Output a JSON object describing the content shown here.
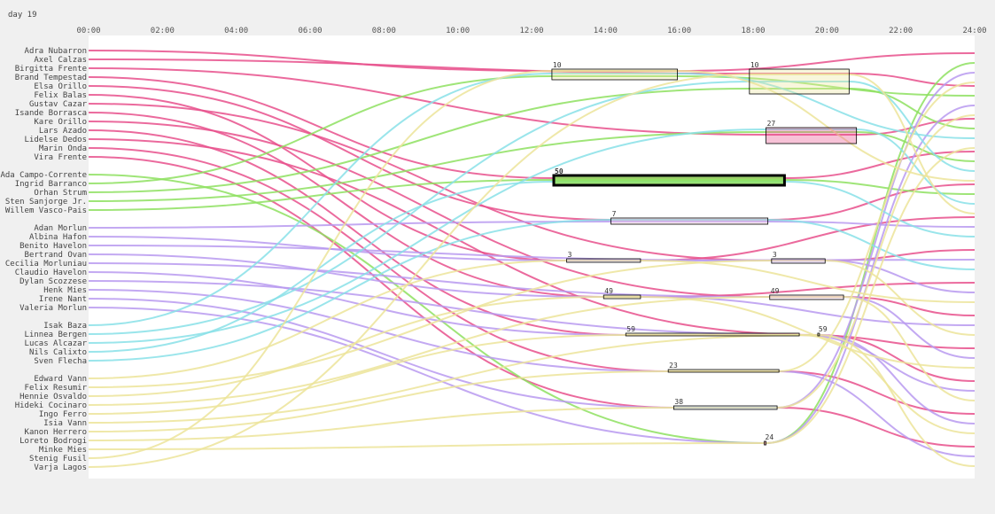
{
  "day_label": "day 19",
  "chart_data": {
    "type": "storyline",
    "x_ticks": [
      "00:00",
      "02:00",
      "04:00",
      "06:00",
      "08:00",
      "10:00",
      "12:00",
      "14:00",
      "16:00",
      "18:00",
      "20:00",
      "22:00",
      "24:00"
    ],
    "x_range_hours": [
      0,
      24
    ],
    "colors": {
      "pink": "#e8508c",
      "green": "#8ee060",
      "purple": "#b89af0",
      "cyan": "#88e0e8",
      "yellow": "#ece49a"
    },
    "groups": [
      {
        "color": "pink",
        "people": [
          "Adra Nubarron",
          "Axel Calzas",
          "Birgitta Frente",
          "Brand Tempestad",
          "Elsa Orillo",
          "Felix Balas",
          "Gustav Cazar",
          "Isande Borrasca",
          "Kare Orillo",
          "Lars Azado",
          "Lidelse Dedos",
          "Marin Onda",
          "Vira Frente"
        ]
      },
      {
        "color": "green",
        "people": [
          "Ada Campo-Corrente",
          "Ingrid Barranco",
          "Orhan Strum",
          "Sten Sanjorge Jr.",
          "Willem Vasco-Pais"
        ]
      },
      {
        "color": "purple",
        "people": [
          "Adan Morlun",
          "Albina Hafon",
          "Benito Havelon",
          "Bertrand Ovan",
          "Cecilia Morluniau",
          "Claudio Havelon",
          "Dylan Scozzese",
          "Henk Mies",
          "Irene Nant",
          "Valeria Morlun"
        ]
      },
      {
        "color": "cyan",
        "people": [
          "Isak Baza",
          "Linnea Bergen",
          "Lucas Alcazar",
          "Nils Calixto",
          "Sven Flecha"
        ]
      },
      {
        "color": "yellow",
        "people": [
          "Edward Vann",
          "Felix Resumir",
          "Hennie Osvaldo",
          "Hideki Cocinaro",
          "Ingo Ferro",
          "Isia Vann",
          "Kanon Herrero",
          "Loreto Bodrogi",
          "Minke Mies",
          "Stenig Fusil",
          "Varja Lagos"
        ]
      }
    ],
    "meetings": [
      {
        "label": "10",
        "start": 12.55,
        "end": 15.95,
        "bold": false,
        "fill": "#ece49a"
      },
      {
        "label": "10",
        "start": 17.9,
        "end": 20.6,
        "bold": false,
        "fill": "#ece49a"
      },
      {
        "label": "27",
        "start": 18.35,
        "end": 20.8,
        "bold": false,
        "fill": "#e8508c"
      },
      {
        "label": "50",
        "start": 12.6,
        "end": 18.85,
        "bold": true,
        "fill": "#8ee060"
      },
      {
        "label": "7",
        "start": 14.15,
        "end": 18.4,
        "bold": false,
        "fill": "#f0c8e0"
      },
      {
        "label": "3",
        "start": 12.95,
        "end": 14.95,
        "bold": false,
        "fill": "#d8c8f0"
      },
      {
        "label": "3",
        "start": 18.5,
        "end": 19.95,
        "bold": false,
        "fill": "#c8a8f0"
      },
      {
        "label": "49",
        "start": 13.95,
        "end": 14.95,
        "bold": false,
        "fill": "#ece49a"
      },
      {
        "label": "49",
        "start": 18.45,
        "end": 20.45,
        "bold": false,
        "fill": "#f0c8e0"
      },
      {
        "label": "59",
        "start": 14.55,
        "end": 19.25,
        "bold": false,
        "fill": "#ece49a"
      },
      {
        "label": "59",
        "start": 19.75,
        "end": 19.78,
        "bold": false,
        "fill": "#ece49a"
      },
      {
        "label": "23",
        "start": 15.7,
        "end": 18.7,
        "bold": false,
        "fill": "#ece49a"
      },
      {
        "label": "38",
        "start": 15.85,
        "end": 18.65,
        "bold": false,
        "fill": "#b8d8f0"
      },
      {
        "label": "24",
        "start": 18.3,
        "end": 18.35,
        "bold": false,
        "fill": "#e8508c"
      }
    ]
  }
}
